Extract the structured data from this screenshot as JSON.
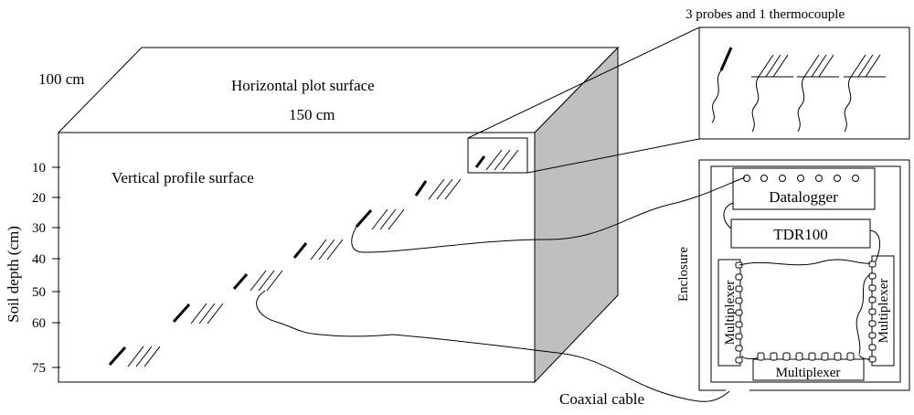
{
  "labels": {
    "dim_depth": "100 cm",
    "horizontal_surface": "Horizontal plot surface",
    "dim_length": "150 cm",
    "vertical_surface": "Vertical profile surface",
    "soil_depth_axis": "Soil depth (cm)",
    "probes_caption": "3 probes and 1 thermocouple",
    "datalogger": "Datalogger",
    "tdr": "TDR100",
    "enclosure": "Enclosure",
    "multiplexer_left": "Multiplexer",
    "multiplexer_right": "Multiplexer",
    "multiplexer_bottom": "Multiplexer",
    "coaxial_cable": "Coaxial cable"
  },
  "depth_ticks": [
    "10",
    "20",
    "30",
    "40",
    "50",
    "60",
    "75"
  ],
  "colors": {
    "stroke": "#000000",
    "side_face": "#bfbfbf",
    "background": "#ffffff"
  }
}
